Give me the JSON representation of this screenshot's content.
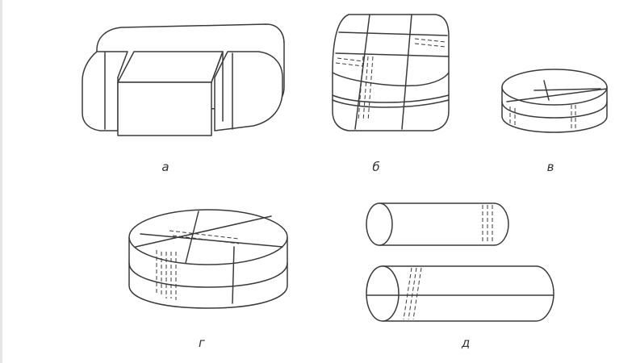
{
  "labels": {
    "a": "а",
    "b": "б",
    "v": "в",
    "g": "г",
    "d": "д"
  }
}
